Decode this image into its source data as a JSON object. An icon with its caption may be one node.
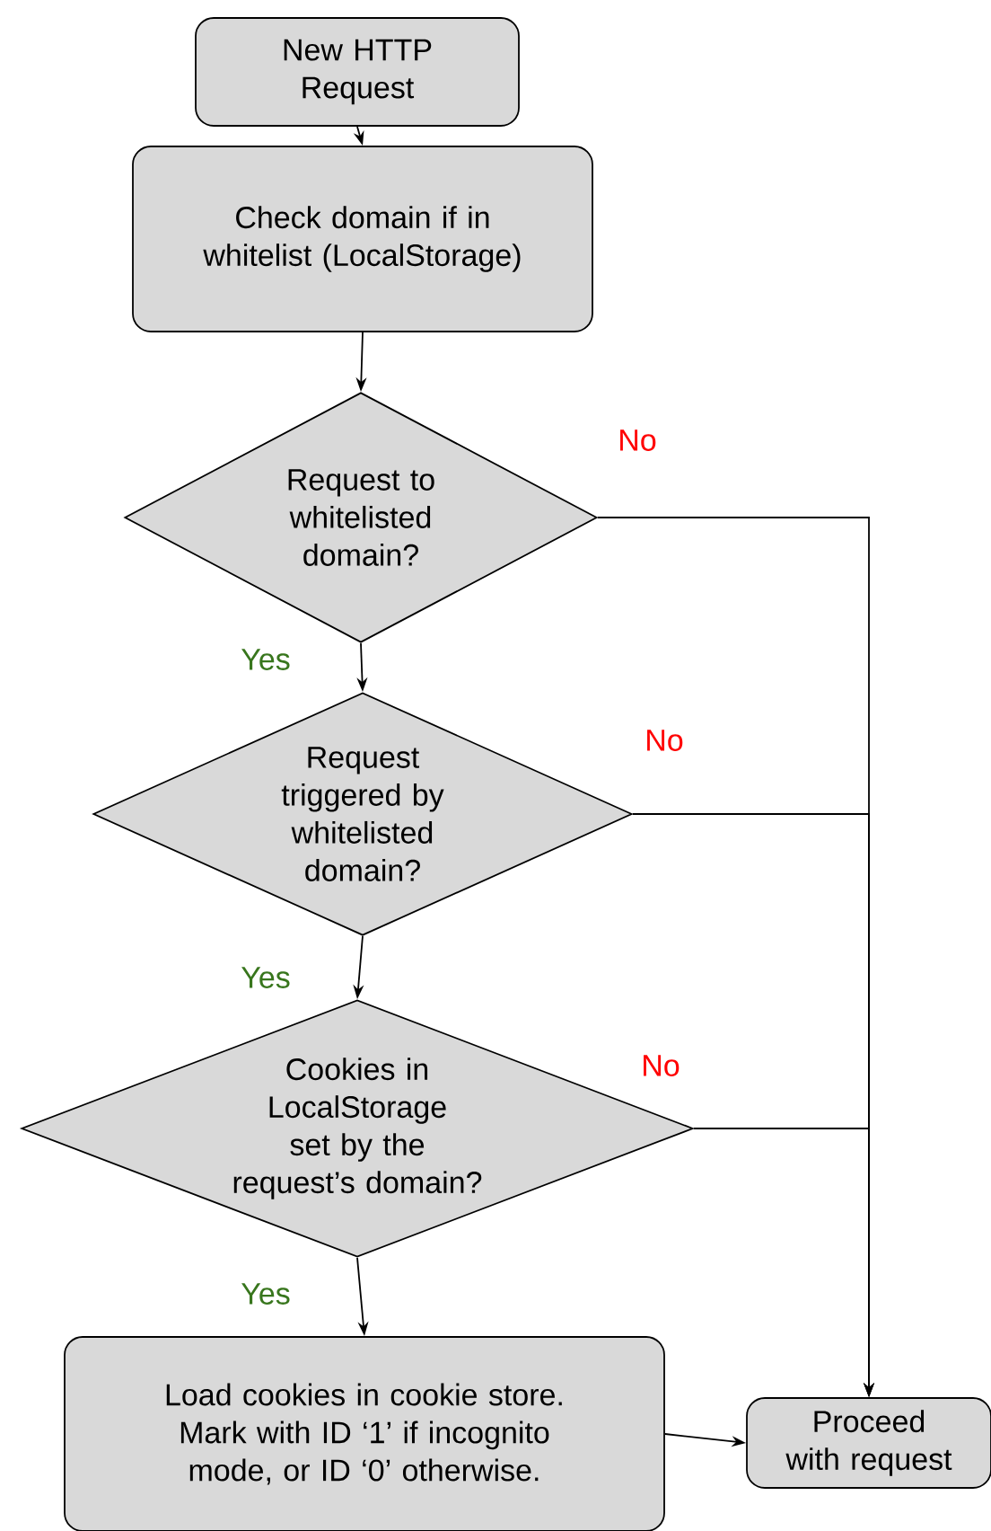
{
  "diagram": {
    "nodes": [
      {
        "text": [
          "New HTTP Request"
        ]
      },
      {
        "text": [
          "Check domain if in whitelist (LocalStorage)"
        ]
      },
      {
        "text": [
          "Request to whitelisted domain?"
        ]
      },
      {
        "text": [
          "Request triggered by whitelisted domain?"
        ]
      },
      {
        "text": [
          "Cookies in LocalStorage set by the request’s domain?"
        ]
      },
      {
        "text": [
          "Load cookies in cookie store. Mark with ID ‘1’ if incognito mode, or ID ‘0’ otherwise."
        ]
      },
      {
        "text": [
          "Proceed with request"
        ]
      }
    ],
    "edges": [
      {
        "from": 0,
        "to": 1,
        "arrow": "to"
      },
      {
        "from": 1,
        "to": 2,
        "arrow": "to"
      },
      {
        "from": 2,
        "to": 3,
        "arrow": "to",
        "label": "Yes"
      },
      {
        "from": 3,
        "to": 4,
        "arrow": "to",
        "label": "Yes"
      },
      {
        "from": 4,
        "to": 5,
        "arrow": "to",
        "label": "Yes"
      },
      {
        "from": 2,
        "to": 6,
        "arrow": "to",
        "label": "No"
      },
      {
        "from": 3,
        "to": 6,
        "arrow": "to",
        "label": "No"
      },
      {
        "from": 4,
        "to": 6,
        "arrow": "to",
        "label": "No"
      },
      {
        "from": 5,
        "to": 6,
        "arrow": "to"
      }
    ]
  }
}
